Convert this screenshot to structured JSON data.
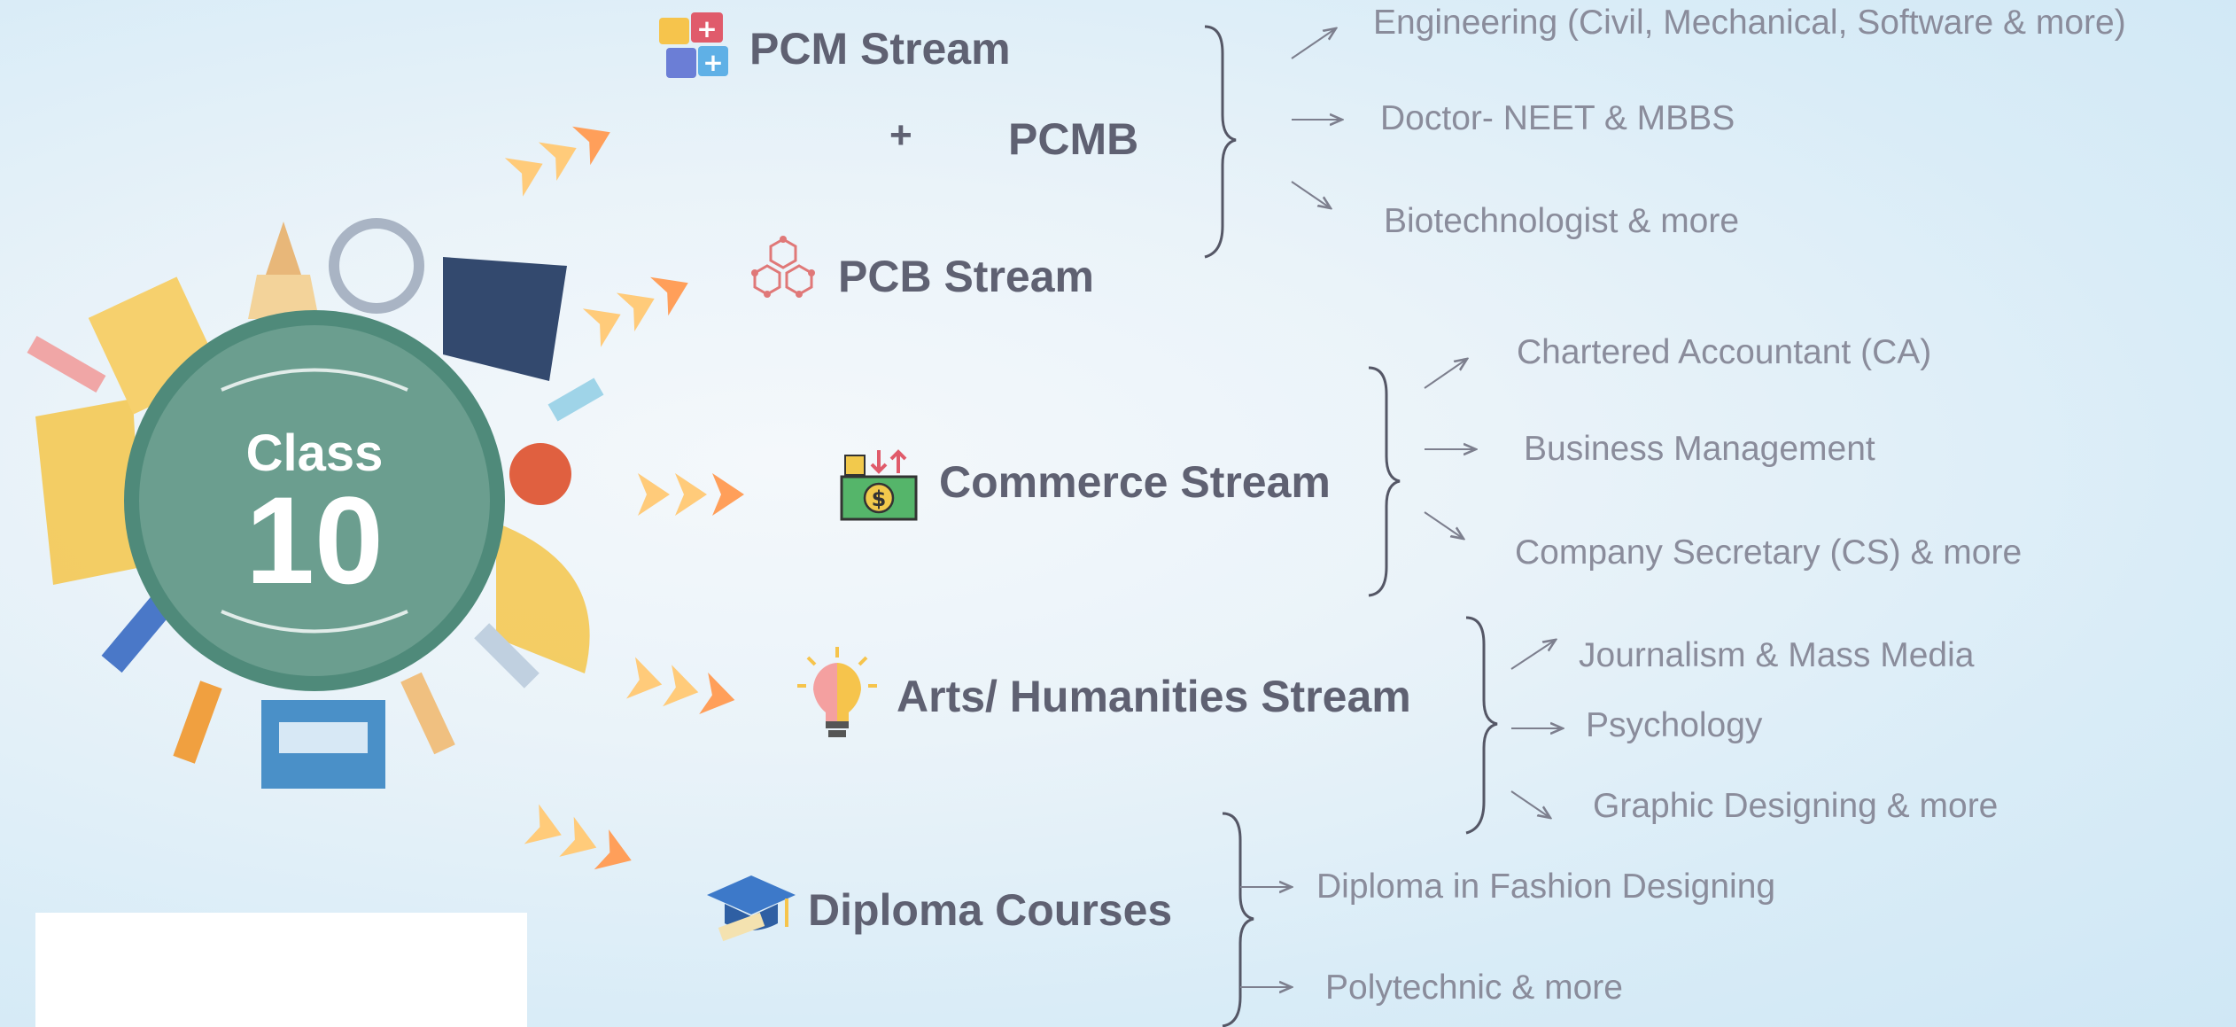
{
  "center": {
    "line1": "Class",
    "line2": "10"
  },
  "streams": {
    "pcm": "PCM Stream",
    "plus": "+",
    "pcmb": "PCMB",
    "pcb": "PCB Stream",
    "commerce": "Commerce Stream",
    "arts": "Arts/ Humanities Stream",
    "diploma": "Diploma Courses"
  },
  "careers": {
    "science": [
      "Engineering (Civil, Mechanical, Software & more)",
      "Doctor- NEET & MBBS",
      "Biotechnologist & more"
    ],
    "commerce": [
      "Chartered Accountant (CA)",
      "Business Management",
      "Company Secretary (CS) & more"
    ],
    "arts": [
      "Journalism & Mass Media",
      "Psychology",
      "Graphic Designing & more"
    ],
    "diploma": [
      "Diploma in Fashion Designing",
      "Polytechnic & more"
    ]
  },
  "colors": {
    "stream_text": "#5f6172",
    "career_text": "#8a8c9b",
    "circle": "#6b9e8f",
    "circle_ring": "#4f8a7a",
    "arrow_light": "#ffcb7a",
    "arrow_dark": "#ff9f5a"
  },
  "icons": {
    "pcm": "calculator-icon",
    "pcb": "molecule-icon",
    "commerce": "money-icon",
    "arts": "lightbulb-brain-icon",
    "diploma": "graduation-cap-icon"
  }
}
